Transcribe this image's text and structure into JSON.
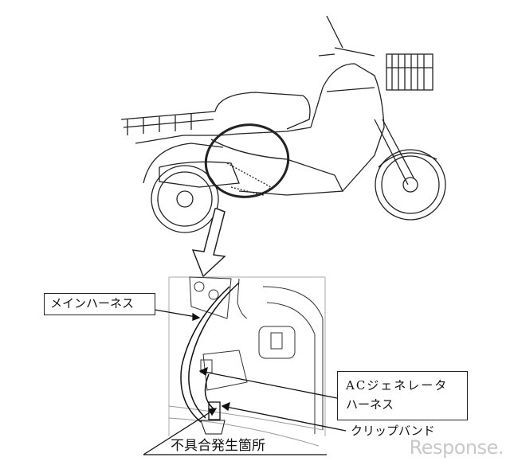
{
  "labels": {
    "main_harness": "メインハーネス",
    "ac_generator_line1": "ACジェネレータ",
    "ac_generator_line2": "ハーネス",
    "clip_band": "クリップバンド",
    "defect_location": "不具合発生箇所"
  },
  "watermark": "Response."
}
